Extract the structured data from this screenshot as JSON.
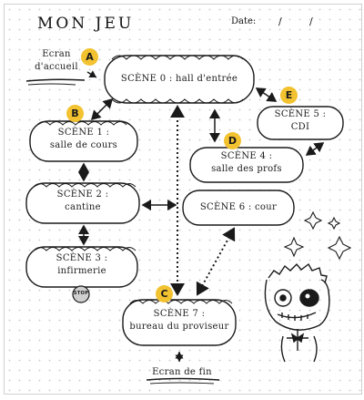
{
  "header": {
    "title": "MON JEU",
    "date_label": "Date:",
    "date_sep1": "/",
    "date_sep2": "/"
  },
  "nodes": {
    "s0": {
      "label": "SCÈNE 0 : hall d'entrée"
    },
    "s1": {
      "line1": "SCÈNE 1 :",
      "line2": "salle de cours"
    },
    "s2": {
      "line1": "SCÈNE 2 :",
      "line2": "cantine"
    },
    "s3": {
      "line1": "SCÈNE 3 :",
      "line2": "infirmerie"
    },
    "s4": {
      "line1": "SCÈNE 4 :",
      "line2": "salle des profs"
    },
    "s5": {
      "line1": "SCÈNE 5 :",
      "line2": "CDI"
    },
    "s6": {
      "label": "SCÈNE 6 : cour"
    },
    "s7": {
      "line1": "SCÈNE 7 :",
      "line2": "bureau du proviseur"
    }
  },
  "screens": {
    "start_line1": "Ecran",
    "start_line2": "d'accueil",
    "end": "Ecran de fin"
  },
  "badges": {
    "a": "A",
    "b": "B",
    "c": "C",
    "d": "D",
    "e": "E"
  },
  "stop_sign": "STOP",
  "colors": {
    "ink": "#1a1a1a",
    "badge": "#f2c230",
    "stop": "#cfcfcf"
  }
}
